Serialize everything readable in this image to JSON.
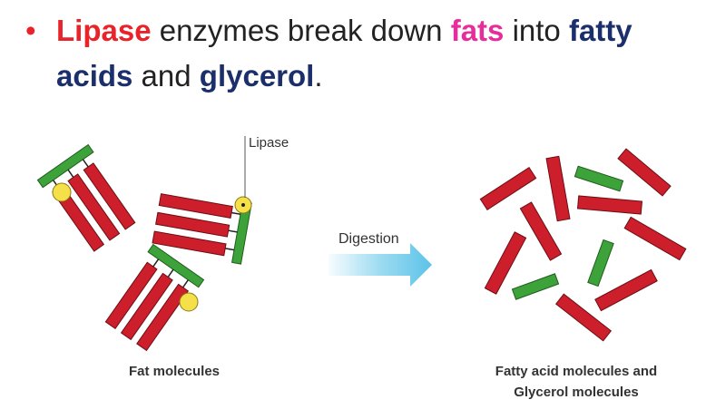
{
  "sentence": {
    "bullet": "•",
    "w1": "Lipase",
    "w2": " enzymes break down ",
    "w3": "fats",
    "w4": " into ",
    "w5": "fatty",
    "w6": "acids",
    "w7": " and ",
    "w8": "glycerol",
    "w9": "."
  },
  "diagram": {
    "lipase_label": "Lipase",
    "arrow_label": "Digestion",
    "left_caption": "Fat molecules",
    "right_caption_line1": "Fatty acid molecules and",
    "right_caption_line2": "Glycerol molecules"
  },
  "colors": {
    "fatty_acid": "#cc1e2b",
    "glycerol": "#3ea23a",
    "lipase": "#f5e04a",
    "arrow": "#5cc3e8"
  }
}
